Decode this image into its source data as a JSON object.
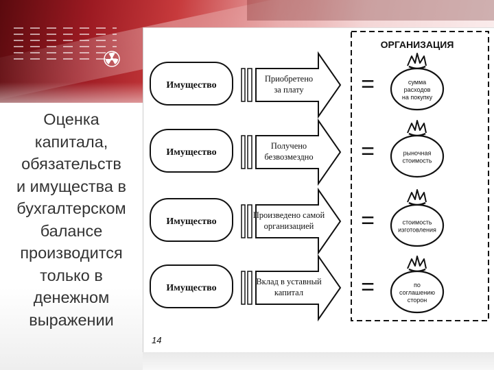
{
  "left_text": [
    "Оценка",
    "капитала,",
    "обязательств",
    "и имущества в",
    "бухгалтерском",
    "балансе",
    "производится",
    "только в",
    "денежном",
    "выражении"
  ],
  "diagram": {
    "organization_label": "ОРГАНИЗАЦИЯ",
    "page_number": "14",
    "equals_sign": "=",
    "rows": [
      {
        "property": "Имущество",
        "action": [
          "Приобретено",
          "за плату"
        ],
        "valuation": [
          "сумма",
          "расходов",
          "на покупку"
        ]
      },
      {
        "property": "Имущество",
        "action": [
          "Получено",
          "безвозмездно"
        ],
        "valuation": [
          "рыночная",
          "стоимость"
        ]
      },
      {
        "property": "Имущество",
        "action": [
          "Произведено самой",
          "организацией"
        ],
        "valuation": [
          "стоимость",
          "изготовления"
        ]
      },
      {
        "property": "Имущество",
        "action": [
          "Вклад в уставный",
          "капитал"
        ],
        "valuation": [
          "по",
          "соглашению",
          "сторон"
        ]
      }
    ]
  }
}
